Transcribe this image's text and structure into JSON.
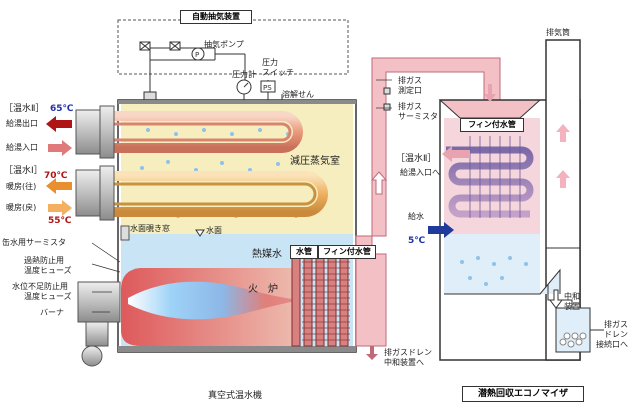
{
  "labels": {
    "auto_vent": "自動抽気装置",
    "vacuum_pump": "抽気ポンプ",
    "pressure_gauge": "圧力計",
    "pressure_switch_1": "圧力",
    "pressure_switch_2": "スイッチ",
    "fusible_plug": "溶解せん",
    "hot_water_2_a": "［温水Ⅱ］",
    "temp_65": "65℃",
    "hot_water_outlet": "給湯出口",
    "hot_water_inlet": "給湯入口",
    "hot_water_1": "［温水Ⅰ］",
    "temp_70": "70℃",
    "heating_out": "暖房(往)",
    "heating_return": "暖房(戻)",
    "temp_55": "55℃",
    "reduced_pressure_chamber": "減圧蒸気室",
    "sight_window": "水面覗き窓",
    "water_level": "水面",
    "heat_medium": "熱媒水",
    "water_tube": "水管",
    "fin_tube": "フィン付水管",
    "furnace": "火　炉",
    "sensor_thermistor": "缶水用サーミスタ",
    "overheat_fuse_1": "過熱防止用",
    "overheat_fuse_2": "温度ヒューズ",
    "lowwater_fuse_1": "水位不足防止用",
    "lowwater_fuse_2": "温度ヒューズ",
    "burner": "バーナ",
    "exhaust_port_1": "排ガス",
    "exhaust_port_2": "測定口",
    "exhaust_thermistor_1": "排ガス",
    "exhaust_thermistor_2": "サーミスタ",
    "exhaust_drain_1": "排ガスドレン",
    "exhaust_drain_2": "中和装置へ",
    "chimney": "排気筒",
    "economizer_fin_tube": "フィン付水管",
    "hot_water_2_b": "［温水Ⅱ］",
    "to_hot_water_inlet": "給湯入口へ",
    "feed_water": "給水",
    "temp_5": "5℃",
    "neutralizer_1": "中和",
    "neutralizer_2": "装置",
    "drain_conn_1": "排ガス",
    "drain_conn_2": "ドレン",
    "drain_conn_3": "接続口へ"
  },
  "captions": {
    "boiler": "真空式温水機",
    "economizer": "潜熱回収エコノマイザ"
  },
  "colors": {
    "steam_chamber": "#f6eebf",
    "heat_medium_water": "#c9e4f5",
    "flue_pink": "#f3c0c6",
    "frame": "#333333",
    "hot_arrow": "#e07a7a",
    "warm_arrow": "#f2a040",
    "cold_arrow": "#1f3a9a"
  }
}
